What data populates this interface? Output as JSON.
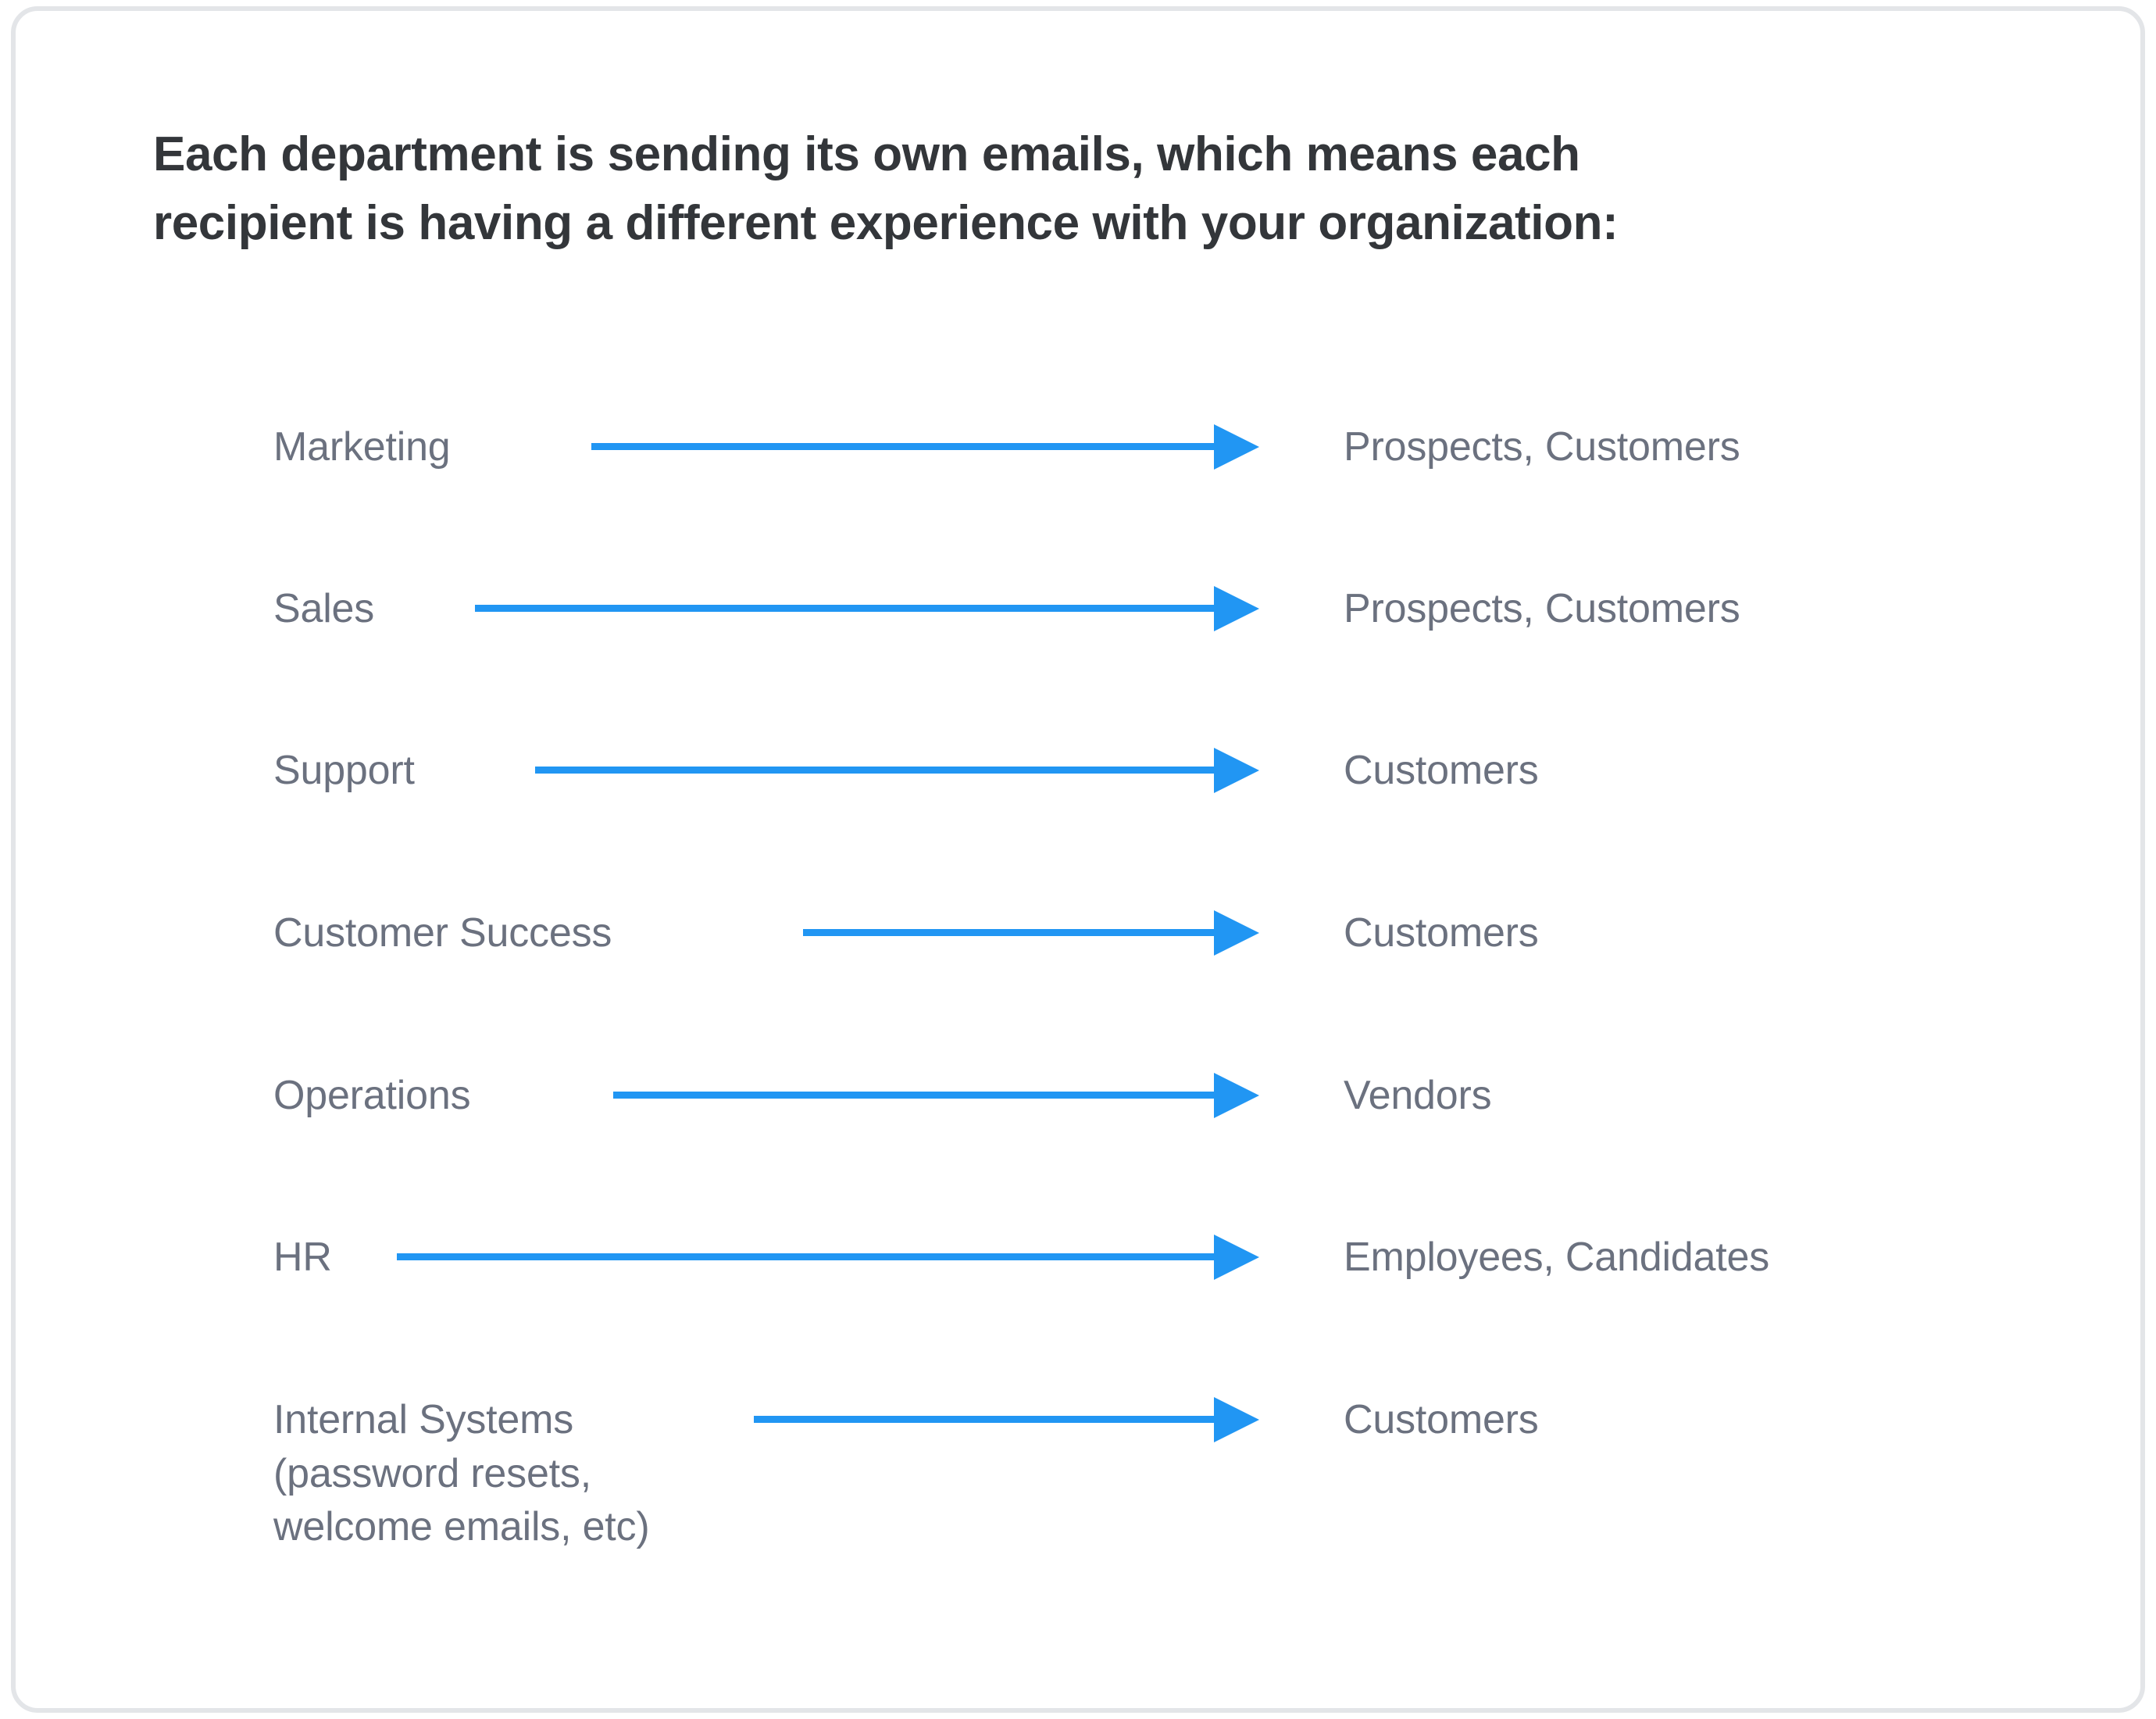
{
  "card": {
    "border_color": "#e3e5e8",
    "background": "#ffffff"
  },
  "heading": {
    "text": "Each department is sending its own emails, which means each\nrecipient is having a different experience with your organization:",
    "color": "#33363a"
  },
  "colors": {
    "arrow": "#2196f3",
    "label": "#6b717f",
    "heading": "#33363a"
  },
  "diagram_data": {
    "type": "flow",
    "relation": "sends email to",
    "rows": [
      {
        "source": "Marketing",
        "target": "Prospects, Customers",
        "arrow": "right-arrow"
      },
      {
        "source": "Sales",
        "target": "Prospects, Customers",
        "arrow": "right-arrow"
      },
      {
        "source": "Support",
        "target": "Customers",
        "arrow": "right-arrow"
      },
      {
        "source": "Customer Success",
        "target": "Customers",
        "arrow": "right-arrow"
      },
      {
        "source": "Operations",
        "target": "Vendors",
        "arrow": "right-arrow"
      },
      {
        "source": "HR",
        "target": "Employees, Candidates",
        "arrow": "right-arrow"
      },
      {
        "source": "Internal Systems\n(password resets,\nwelcome emails, etc)",
        "target": "Customers",
        "arrow": "right-arrow"
      }
    ]
  },
  "layout": {
    "row_tops": [
      524,
      731,
      938,
      1146,
      1354,
      1561,
      1769
    ],
    "arrow_tops": [
      529,
      736,
      943,
      1151,
      1359,
      1566,
      1774
    ],
    "arrow_lefts": [
      737,
      588,
      665,
      1008,
      765,
      488,
      945
    ],
    "arrow_right_end": 1592
  }
}
